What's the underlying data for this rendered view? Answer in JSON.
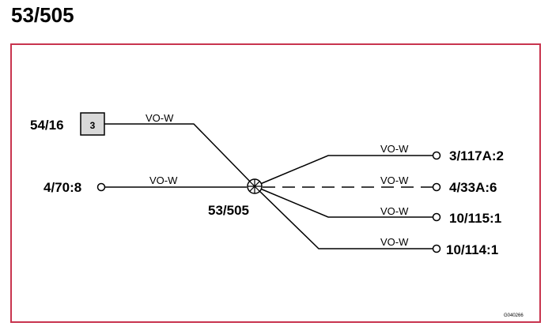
{
  "title": "53/505",
  "frame_color": "#c8344e",
  "splice": {
    "label": "53/505"
  },
  "component": {
    "label": "54/16",
    "pin": "3",
    "wire": "VO-W"
  },
  "left_connector": {
    "label": "4/70:8",
    "wire": "VO-W"
  },
  "outputs": [
    {
      "label": "3/117A:2",
      "wire": "VO-W",
      "dashed": false
    },
    {
      "label": "4/33A:6",
      "wire": "VO-W",
      "dashed": true
    },
    {
      "label": "10/115:1",
      "wire": "VO-W",
      "dashed": false
    },
    {
      "label": "10/114:1",
      "wire": "VO-W",
      "dashed": false
    }
  ],
  "figure_id": "G040266"
}
